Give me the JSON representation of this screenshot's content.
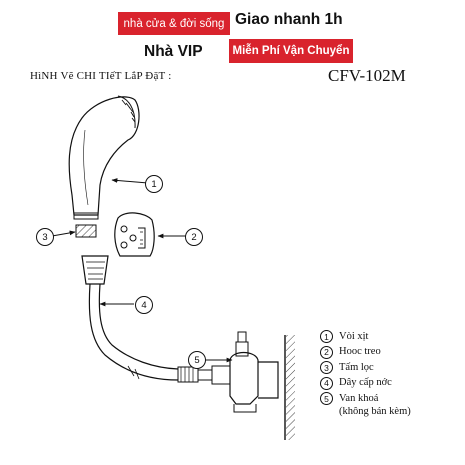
{
  "header": {
    "badge_left": "nhà cửa & đời sống",
    "headline_right": "Giao nhanh 1h",
    "headline_left": "Nhà VIP",
    "badge_right": "Miễn Phí Vận Chuyển",
    "brand_red": "#d9232d"
  },
  "drawing": {
    "heading": "HìNH Vẽ CHI TIếT LắP ĐặT :",
    "model": "CFV-102M"
  },
  "callouts": [
    "1",
    "2",
    "3",
    "4",
    "5"
  ],
  "legend": [
    {
      "num": "1",
      "label": "Vòi xịt"
    },
    {
      "num": "2",
      "label": "Hooc treo"
    },
    {
      "num": "3",
      "label": "Tấm lọc"
    },
    {
      "num": "4",
      "label": "Dây cấp nớc"
    },
    {
      "num": "5",
      "label": "Van khoá",
      "sub": "(không bán kèm)"
    }
  ]
}
